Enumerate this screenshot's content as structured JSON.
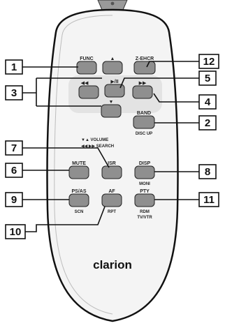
{
  "brand": "clarion",
  "buttons": {
    "func": "FUNC",
    "zehcr": "Z-EHCR",
    "band": "BAND",
    "mute": "MUTE",
    "isr": "ISR",
    "disp": "DISP",
    "psas": "PS/AS",
    "af": "AF",
    "pty": "PTY"
  },
  "sublabels": {
    "disc_up": "DISC UP",
    "volume": "▼▲ VOLUME",
    "search": "◀◀ ▶▶ SEARCH",
    "moni": "MONI",
    "scn": "SCN",
    "rpt": "RPT",
    "rdm": "RDM",
    "tvvtr": "TV/VTR"
  },
  "glyphs": {
    "up": "▲",
    "down": "▼",
    "rew": "◀◀",
    "ff": "▶▶",
    "play_pause": "▶/II"
  },
  "callouts": [
    "1",
    "2",
    "3",
    "4",
    "5",
    "6",
    "7",
    "8",
    "9",
    "10",
    "11",
    "12"
  ],
  "colors": {
    "body": "#f4f4f4",
    "button": "#8f8f8f",
    "outline": "#111111",
    "led": "#9a9a9a"
  }
}
